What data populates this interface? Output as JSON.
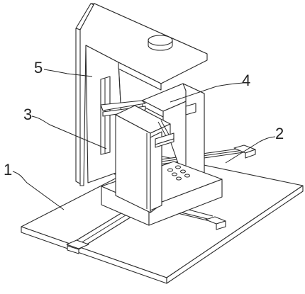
{
  "callouts": [
    {
      "id": "1",
      "text": "1"
    },
    {
      "id": "2",
      "text": "2"
    },
    {
      "id": "3",
      "text": "3"
    },
    {
      "id": "4",
      "text": "4"
    },
    {
      "id": "5",
      "text": "5"
    }
  ],
  "colors": {
    "stroke": "#2b2b2b",
    "fill": "#ffffff"
  }
}
